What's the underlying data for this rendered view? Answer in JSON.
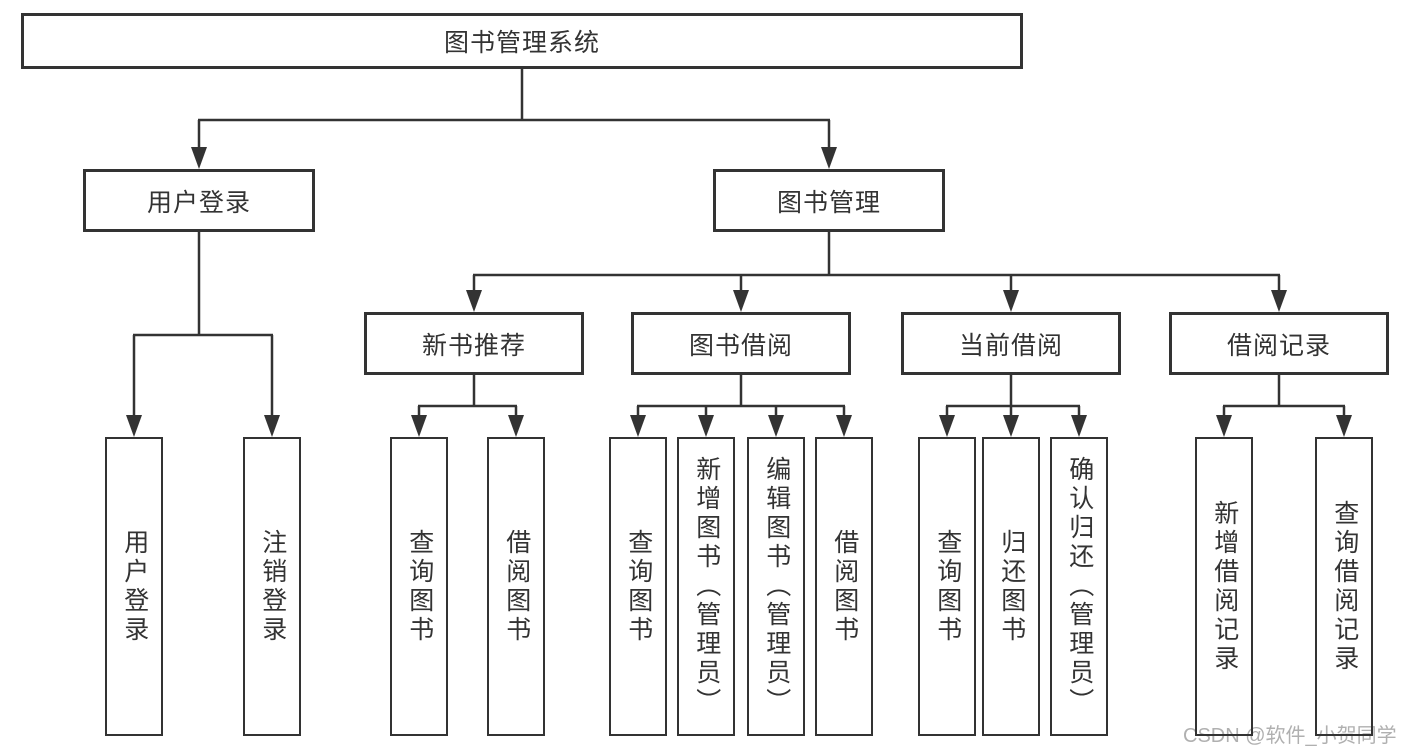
{
  "tree": {
    "root": {
      "label": "图书管理系统",
      "children": [
        {
          "label": "用户登录",
          "children": [
            {
              "label": "用户登录"
            },
            {
              "label": "注销登录"
            }
          ]
        },
        {
          "label": "图书管理",
          "children": [
            {
              "label": "新书推荐",
              "children": [
                {
                  "label": "查询图书"
                },
                {
                  "label": "借阅图书"
                }
              ]
            },
            {
              "label": "图书借阅",
              "children": [
                {
                  "label": "查询图书"
                },
                {
                  "label": "新增图书（管理员）"
                },
                {
                  "label": "编辑图书（管理员）"
                },
                {
                  "label": "借阅图书"
                }
              ]
            },
            {
              "label": "当前借阅",
              "children": [
                {
                  "label": "查询图书"
                },
                {
                  "label": "归还图书"
                },
                {
                  "label": "确认归还（管理员）"
                }
              ]
            },
            {
              "label": "借阅记录",
              "children": [
                {
                  "label": "新增借阅记录"
                },
                {
                  "label": "查询借阅记录"
                }
              ]
            }
          ]
        }
      ]
    }
  },
  "watermark": {
    "text": "CSDN @软件_小贺同学",
    "color": "#b0b0b0"
  },
  "colors": {
    "line": "#333333",
    "box_border": "#333333",
    "text": "#333333",
    "background": "#ffffff"
  }
}
